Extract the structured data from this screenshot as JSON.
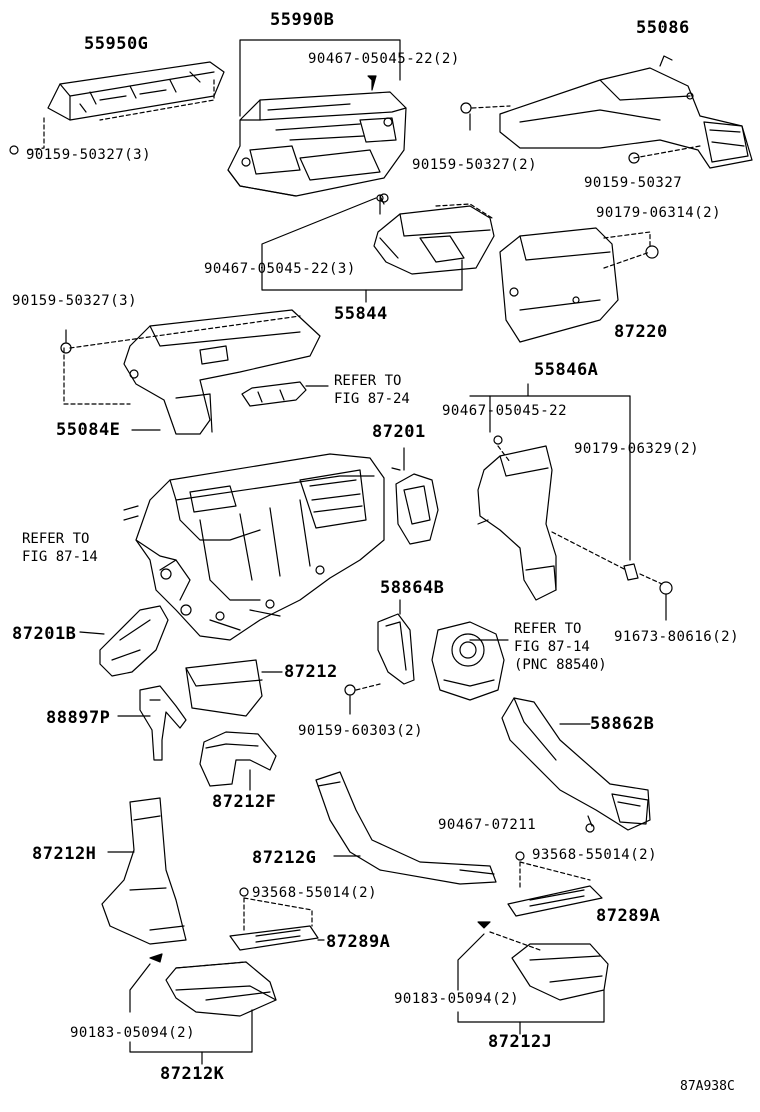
{
  "labels": {
    "p55990B": "55990B",
    "p55950G": "55950G",
    "p55086": "55086",
    "b90467_a": "90467-05045-22(2)",
    "b90159_a": "90159-50327(3)",
    "b90159_b": "90159-50327(2)",
    "b90159_c": "90159-50327",
    "b90179_a": "90179-06314(2)",
    "b90467_b": "90467-05045-22(3)",
    "p55844": "55844",
    "p87220": "87220",
    "b90159_d": "90159-50327(3)",
    "ref_87_24": "REFER TO\nFIG 87-24",
    "p55084E": "55084E",
    "p55846A": "55846A",
    "b90467_c": "90467-05045-22",
    "p87201": "87201",
    "b90179_b": "90179-06329(2)",
    "ref_87_14a": "REFER TO\nFIG 87-14",
    "p58864B": "58864B",
    "ref_87_14b": "REFER TO\nFIG 87-14\n(PNC 88540)",
    "b91673": "91673-80616(2)",
    "p87201B": "87201B",
    "p87212": "87212",
    "p88897P": "88897P",
    "b90159_e": "90159-60303(2)",
    "p58862B": "58862B",
    "p87212F": "87212F",
    "b90467_d": "90467-07211",
    "p87212H": "87212H",
    "p87212G": "87212G",
    "b93568_a": "93568-55014(2)",
    "b93568_b": "93568-55014(2)",
    "p87289A_a": "87289A",
    "p87289A_b": "87289A",
    "b90183_a": "90183-05094(2)",
    "b90183_b": "90183-05094(2)",
    "p87212J": "87212J",
    "p87212K": "87212K",
    "code": "87A938C"
  }
}
